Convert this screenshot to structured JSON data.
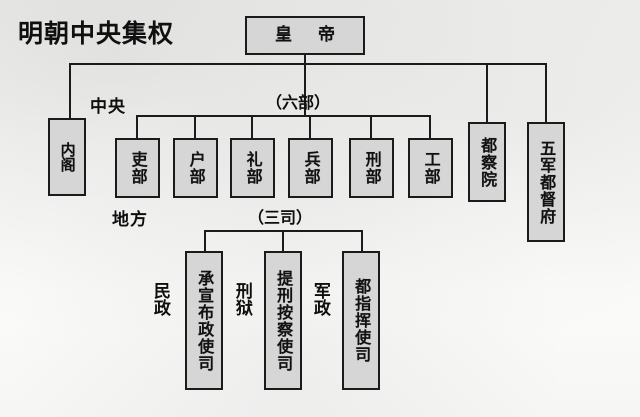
{
  "title": "明朝中央集权",
  "diagram": {
    "type": "organizational-hierarchy",
    "root": {
      "id": "emperor",
      "label": "皇 帝",
      "text": "皇帝"
    },
    "section_labels": [
      {
        "id": "central",
        "label": "中央"
      },
      {
        "id": "six-ministries-group",
        "label": "（六部）"
      },
      {
        "id": "local",
        "label": "地方"
      },
      {
        "id": "three-offices-group",
        "label": "（三司）"
      }
    ],
    "central_nodes": [
      {
        "id": "neige",
        "label": "内阁"
      },
      {
        "id": "duchayuan",
        "label": "都察院"
      },
      {
        "id": "wujundudufu",
        "label": "五军都督府"
      }
    ],
    "six_ministries": [
      {
        "id": "libu-personnel",
        "label": "吏部"
      },
      {
        "id": "hubu-revenue",
        "label": "户部"
      },
      {
        "id": "libu-rites",
        "label": "礼部"
      },
      {
        "id": "bingbu-war",
        "label": "兵部"
      },
      {
        "id": "xingbu-justice",
        "label": "刑部"
      },
      {
        "id": "gongbu-works",
        "label": "工部"
      }
    ],
    "three_offices": [
      {
        "id": "buzhengshisi",
        "label": "承宣布政使司",
        "function": "民政"
      },
      {
        "id": "anchashisi",
        "label": "提刑按察使司",
        "function": "刑狱"
      },
      {
        "id": "duzhihuishisi",
        "label": "都指挥使司",
        "function": "军政"
      }
    ],
    "colors": {
      "box_fill": "#d6d6d6",
      "box_border": "#1b1b1b",
      "line": "#1b1b1b",
      "text": "#111111",
      "background": "#f5f5f4"
    }
  }
}
